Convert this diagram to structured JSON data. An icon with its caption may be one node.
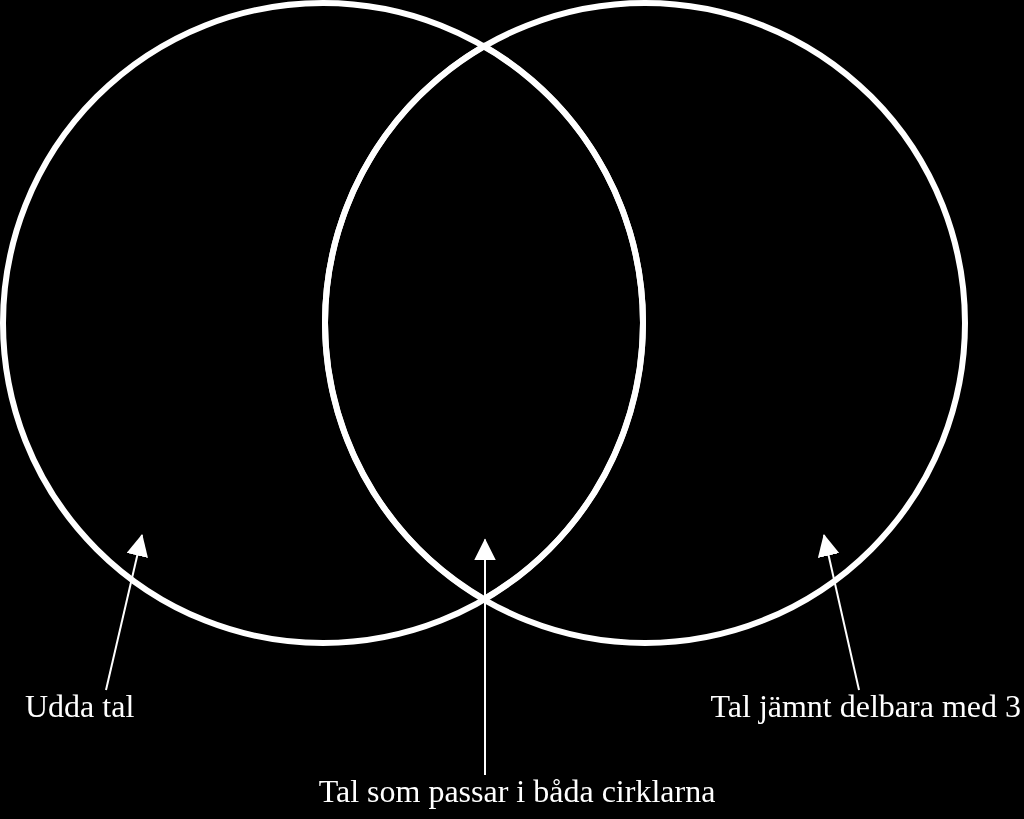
{
  "diagram": {
    "nodes": [
      {
        "text": [],
        "shape": "circle"
      },
      {
        "text": [],
        "shape": "circle"
      },
      {
        "text": [],
        "shape": "lens"
      },
      {
        "text": [
          "Udda tal"
        ]
      },
      {
        "text": [
          "Tal jämnt delbara med 3"
        ]
      },
      {
        "text": [
          "Tal som passar i båda cirklarna"
        ]
      }
    ],
    "edges": [
      {
        "from": 3,
        "to": 0,
        "arrow": "to"
      },
      {
        "from": 4,
        "to": 1,
        "arrow": "to"
      },
      {
        "from": 5,
        "to": 2,
        "arrow": "to"
      }
    ]
  }
}
